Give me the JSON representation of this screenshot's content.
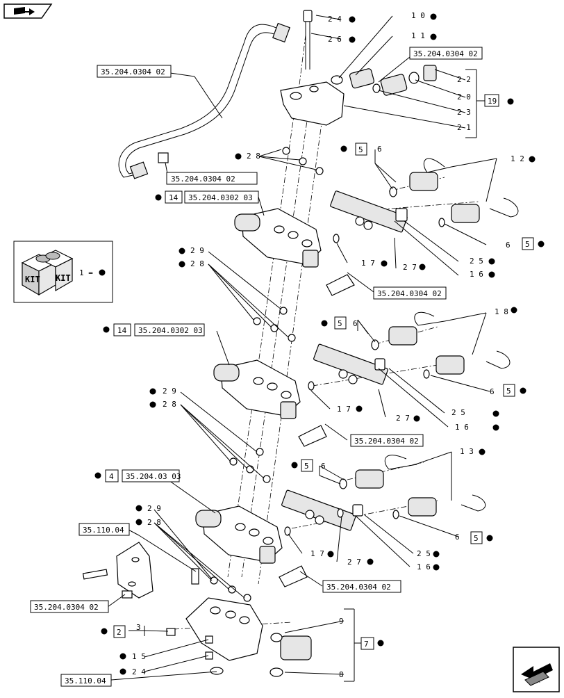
{
  "nav": {
    "top_icon": "book-arrow-icon",
    "bottom_icon": "return-arrow-icon"
  },
  "kit": {
    "label_left": "KIT",
    "label_right": "KIT",
    "equals_text": "1 ="
  },
  "refs": {
    "r_35_204_0304_02_a": "35.204.0304 02",
    "r_35_204_0304_02_b": "35.204.0304 02",
    "r_35_204_0304_02_c": "35.204.0304 02",
    "r_35_204_0304_02_d": "35.204.0304 02",
    "r_35_204_0304_02_e": "35.204.0304 02",
    "r_35_204_0304_02_f": "35.204.0304 02",
    "r_35_204_0304_02_g": "35.204.0304 02",
    "r_35_204_0302_03_a": "35.204.0302 03",
    "r_35_204_0302_03_b": "35.204.0302 03",
    "r_35_204_03_03": "35.204.03 03",
    "r_35_110_04_a": "35.110.04",
    "r_35_110_04_b": "35.110.04"
  },
  "boxed": {
    "b19": "19",
    "b5a": "5",
    "b5b": "5",
    "b5c": "5",
    "b5d": "5",
    "b5e": "5",
    "b5f": "5",
    "b14a": "14",
    "b14b": "14",
    "b4": "4",
    "b2": "2",
    "b7": "7"
  },
  "labels": {
    "l24a": "2 4",
    "l26": "2 6",
    "l10": "1 0",
    "l11": "1 1",
    "l22": "2 2",
    "l20": "2 0",
    "l23": "2 3",
    "l21": "2 1",
    "l28a": "2 8",
    "l6a": "6",
    "l12": "1 2",
    "l6b": "6",
    "l17a": "1 7",
    "l27a": "2 7",
    "l25a": "2 5",
    "l16a": "1 6",
    "l29a": "2 9",
    "l28b": "2 8",
    "l6c": "6",
    "l18": "1 8",
    "l6d": "6",
    "l17b": "1 7",
    "l27b": "2 7",
    "l25b": "2 5",
    "l16b": "1 6",
    "l29b": "2 9",
    "l28c": "2 8",
    "l6e": "6",
    "l13": "1 3",
    "l6f": "6",
    "l17c": "1 7",
    "l27c": "2 7",
    "l25c": "2 5",
    "l16c": "1 6",
    "l29c": "2 9",
    "l28d": "2 8",
    "l3": "3",
    "l9": "9",
    "l15": "1 5",
    "l24b": "2 4",
    "l8": "8"
  }
}
